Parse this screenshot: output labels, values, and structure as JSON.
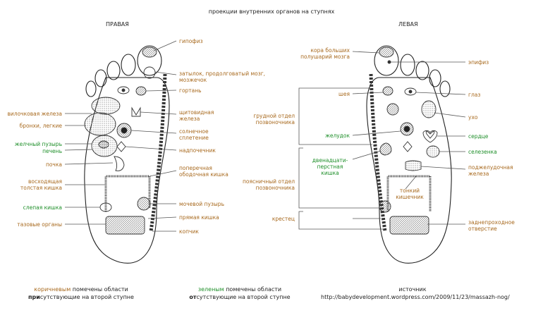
{
  "title": "проекции внутренних органов на ступнях",
  "right_foot": {
    "heading": "ПРАВАЯ",
    "labels": {
      "gipofiz": "гипофиз",
      "zatylok_1": "затылок, продолговатый мозг,",
      "zatylok_2": "мозжечок",
      "gortan": "гортань",
      "vilochkovaya": "вилочковая железа",
      "bronhi": "бронхи, легкие",
      "zhelchny": "желчный пузырь",
      "pechen": "печень",
      "pochka": "почка",
      "voshodyashaya_1": "восходящая",
      "voshodyashaya_2": "толстая кишка",
      "slepaya": "слепая кишка",
      "tazovye": "тазовые органы",
      "shitovidnaya_1": "щитовидная",
      "shitovidnaya_2": "железа",
      "solnechnoe_1": "солнечное",
      "solnechnoe_2": "сплетение",
      "nadpochechnik": "надпочечник",
      "poperechnaya_1": "поперечная",
      "poperechnaya_2": "ободочная кишка",
      "mochevoy": "мочевой пузырь",
      "pryamaya": "прямая кишка",
      "kopchik": "копчик"
    }
  },
  "left_foot": {
    "heading": "ЛЕВАЯ",
    "labels": {
      "kora_1": "кора больших",
      "kora_2": "полушарий мозга",
      "sheya": "шея",
      "grudnoy_1": "грудной отдел",
      "grudnoy_2": "позвоночника",
      "zheludok": "желудок",
      "dvenadcati_1": "двенадцати-",
      "dvenadcati_2": "перстная",
      "dvenadcati_3": "кишка",
      "poyasnichny_1": "поясничный отдел",
      "poyasnichny_2": "позвоночника",
      "krestec": "крестец",
      "epifiz": "эпифиз",
      "glaz": "глаз",
      "uho": "ухо",
      "serdce": "сердце",
      "selezenka": "селезенка",
      "podzheludochnaya_1": "поджелудочная",
      "podzheludochnaya_2": "железа",
      "tonkiy_1": "тонкий",
      "tonkiy_2": "кишечник",
      "zadneprohodnoe_1": "заднепроходное",
      "zadneprohodnoe_2": "отверстие"
    }
  },
  "legend": {
    "brown_word": "коричневым",
    "brown_rest": " помечены области",
    "brown_line2_bold": "при",
    "brown_line2_rest": "сутствующие на второй ступне",
    "green_word": "зеленым",
    "green_rest": " помечены области",
    "green_line2_bold": "от",
    "green_line2_rest": "сутствующие на второй ступне",
    "source_label": "источник",
    "source_url": "http://babydevelopment.wordpress.com/2009/11/23/massazh-nog/"
  },
  "colors": {
    "brown": "#a86a1f",
    "green": "#1f8f2a",
    "lines": "#555555"
  }
}
